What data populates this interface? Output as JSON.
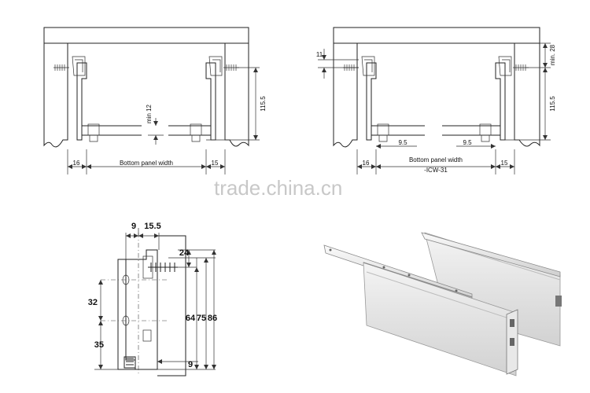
{
  "left_diagram": {
    "dim_height": "115.5",
    "dim_min": "min 12",
    "dim_left": "16",
    "dim_right": "15",
    "bottom_label": "Bottom panel width"
  },
  "right_diagram": {
    "dim_top": "11",
    "dim_min": "min. 28",
    "dim_height": "115.5",
    "dim_left_inner": "9.5",
    "dim_right_inner": "9.5",
    "dim_left": "16",
    "dim_right": "15",
    "bottom_label": "Bottom panel width",
    "bottom_formula": "-ICW-31"
  },
  "profile_diagram": {
    "dim_9": "9",
    "dim_15_5": "15.5",
    "dim_24": "24",
    "dim_32": "32",
    "dim_35": "35",
    "dim_64": "64",
    "dim_75": "75",
    "dim_86": "86",
    "dim_9_bottom": "9"
  },
  "watermark": "trade.china.cn"
}
